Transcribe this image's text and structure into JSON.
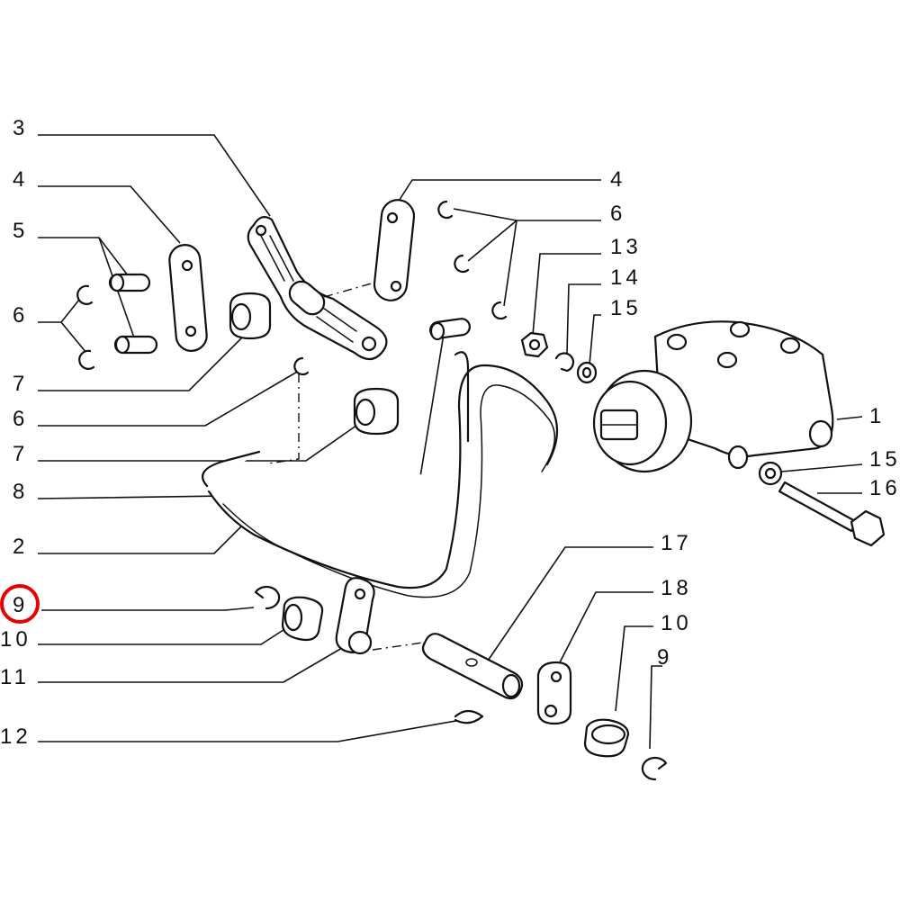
{
  "highlight_color": "#e60000",
  "highlighted_callout": "9",
  "callouts_left": [
    "3",
    "4",
    "5",
    "6",
    "7",
    "6",
    "7",
    "8",
    "2",
    "9",
    "10",
    "11",
    "12"
  ],
  "callouts_right": [
    "4",
    "6",
    "13",
    "14",
    "15",
    "1",
    "15",
    "16",
    "17",
    "18",
    "10",
    "9"
  ]
}
